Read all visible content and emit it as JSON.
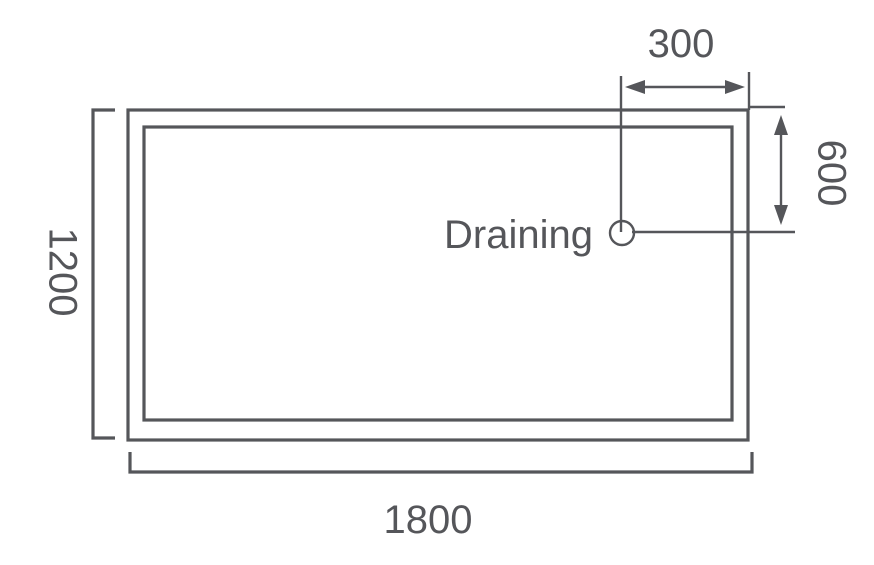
{
  "diagram": {
    "width_label": "1800",
    "height_label": "1200",
    "drain_offset_x_label": "300",
    "drain_offset_y_label": "600",
    "drain_label": "Draining"
  },
  "colors": {
    "line": "#55565a",
    "background": "#ffffff"
  }
}
